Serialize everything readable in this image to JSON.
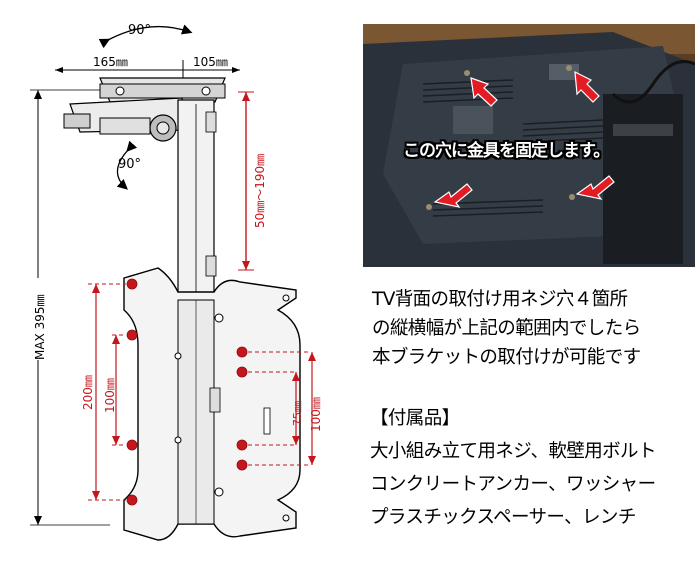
{
  "diagram": {
    "rotation_top": "90°",
    "rotation_side": "90°",
    "dim_arm_left": "165㎜",
    "dim_arm_right": "105㎜",
    "dim_height_range": "50㎜〜190㎜",
    "dim_max_height": "MAX 395㎜",
    "dim_vertical_outer_left": "200㎜",
    "dim_vertical_inner_left": "100㎜",
    "dim_vertical_inner_right": "75㎜",
    "dim_vertical_outer_right": "100㎜"
  },
  "photo": {
    "caption": "この穴に金具を固定します。"
  },
  "description": {
    "lines": [
      "TV背面の取付け用ネジ穴４箇所",
      "の縦横幅が上記の範囲内でしたら",
      "本ブラケットの取付けが可能です"
    ]
  },
  "accessories": {
    "heading": "【付属品】",
    "lines": [
      "大小組み立て用ネジ、軟壁用ボルト",
      "コンクリートアンカー、ワッシャー",
      "プラスチックスペーサー、レンチ"
    ]
  },
  "colors": {
    "dimension_red": "#c4161c",
    "arrow_red": "#e31b23"
  }
}
